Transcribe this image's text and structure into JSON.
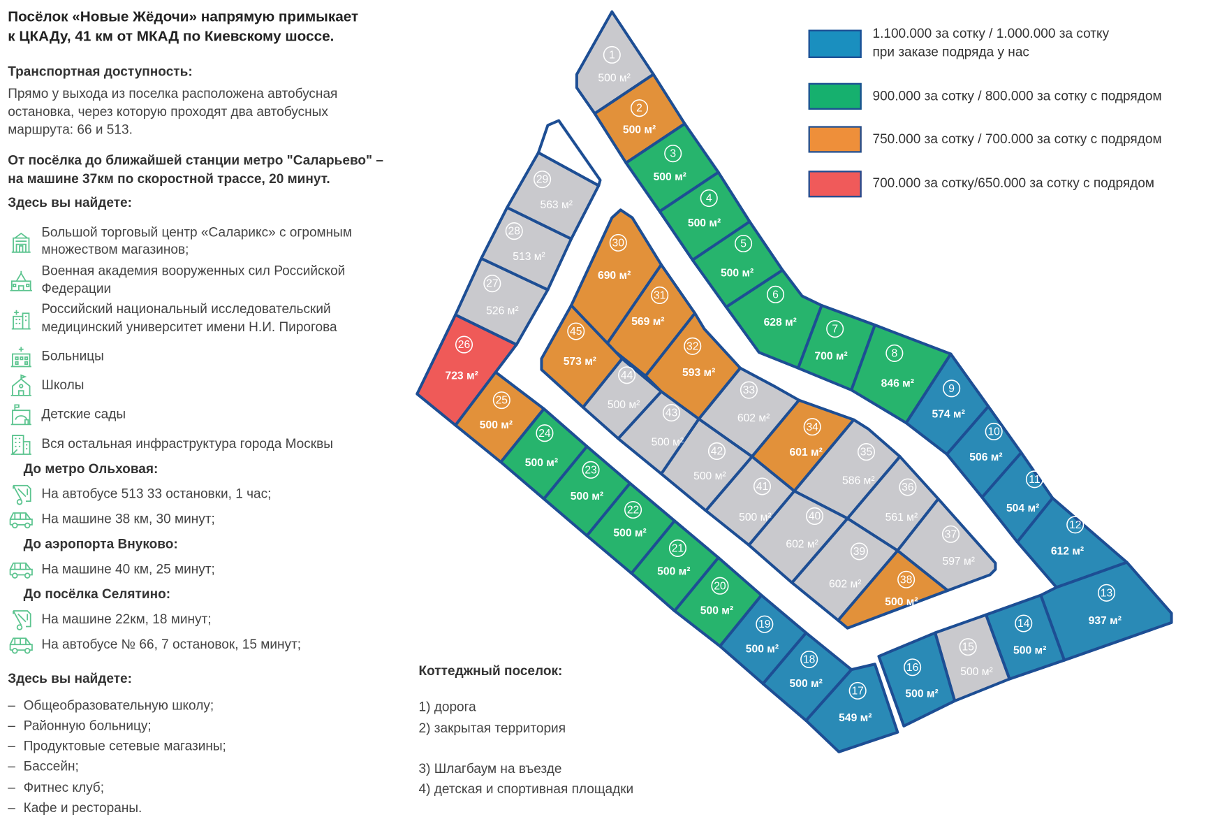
{
  "header": {
    "title_lines": [
      "Посёлок «Новые Жёдочи» напрямую примыкает",
      "к ЦКАДу, 41 км от МКАД по Киевскому шоссе."
    ]
  },
  "transport": {
    "heading": "Транспортная доступность:",
    "lines": [
      "Прямо у выхода из поселка расположена автобусная",
      "остановка, через которую проходят два автобусных",
      "маршрута: 66 и 513."
    ],
    "metro_lines": [
      "От посёлка до ближайшей станции метро \"Саларьево\" –",
      "на машине 37км по скоростной трассе, 20 минут."
    ]
  },
  "find_here": {
    "heading": "Здесь вы найдете:",
    "items": [
      {
        "icon": "mall-icon",
        "lines": [
          "Большой торговый центр «Саларикс» с огромным",
          "множеством магазинов;"
        ]
      },
      {
        "icon": "academy-icon",
        "lines": [
          "Военная академия вооруженных сил Российской",
          "Федерации"
        ]
      },
      {
        "icon": "university-icon",
        "lines": [
          "Российский национальный исследовательский",
          "медицинский университет имени Н.И. Пирогова"
        ]
      },
      {
        "icon": "hospital-icon",
        "lines": [
          "Больницы"
        ]
      },
      {
        "icon": "school-icon",
        "lines": [
          "Школы"
        ]
      },
      {
        "icon": "kindergarten-icon",
        "lines": [
          "Детские сады"
        ]
      },
      {
        "icon": "city-icon",
        "lines": [
          "Вся остальная инфраструктура города Москвы"
        ]
      }
    ]
  },
  "routes": [
    {
      "heading": "До метро Ольховая:",
      "items": [
        {
          "icon": "bus-icon",
          "text": "На автобусе 513 33 остановки, 1 час;"
        },
        {
          "icon": "car-icon",
          "text": "На машине 38 км, 30 минут;"
        }
      ]
    },
    {
      "heading": "До аэропорта Внуково:",
      "items": [
        {
          "icon": "car-icon",
          "text": "На машине 40 км, 25 минут;"
        }
      ]
    },
    {
      "heading": "До посёлка Селятино:",
      "items": [
        {
          "icon": "bus-icon",
          "text": "На машине 22км, 18 минут;"
        },
        {
          "icon": "car-icon",
          "text": "На автобусе № 66, 7 остановок, 15 минут;"
        }
      ]
    }
  ],
  "find_here_2": {
    "heading": "Здесь вы найдете:",
    "bullet": "–",
    "items": [
      "Общеобразовательную школу;",
      "Районную больницу;",
      "Продуктовые сетевые магазины;",
      "Бассейн;",
      "Фитнес клуб;",
      "Кафе и рестораны."
    ]
  },
  "cottage": {
    "heading": "Коттеджный поселок:",
    "items": [
      "1) дорога",
      "2) закрытая территория",
      "3) Шлагбаум на въезде",
      "4) детская и спортивная площадки"
    ]
  },
  "legend": [
    {
      "category": "blue",
      "lines": [
        "1.100.000 за сотку / 1.000.000 за сотку",
        "при заказе подряда у нас"
      ]
    },
    {
      "category": "green",
      "lines": [
        "900.000 за сотку / 800.000 за сотку с подрядом"
      ]
    },
    {
      "category": "orange",
      "lines": [
        "750.000 за сотку / 700.000 за сотку с подрядом"
      ]
    },
    {
      "category": "red",
      "lines": [
        "700.000 за сотку/650.000 за сотку с подрядом"
      ]
    }
  ],
  "colors": {
    "blue": "#2a8ab6",
    "green": "#27b46d",
    "orange": "#e2913a",
    "red": "#ef5a58",
    "gray": "#c9c9cd",
    "border": "#1d4e94",
    "icon": "#5cc48f",
    "legend_blue": "#1a8fbf",
    "legend_green": "#16b06e",
    "legend_orange": "#ee8f3a",
    "legend_red": "#f05a5a"
  },
  "lots": [
    {
      "number": "1",
      "area": "500 м²",
      "category": "gray"
    },
    {
      "number": "2",
      "area": "500 м²",
      "category": "orange"
    },
    {
      "number": "3",
      "area": "500 м²",
      "category": "green"
    },
    {
      "number": "4",
      "area": "500 м²",
      "category": "green"
    },
    {
      "number": "5",
      "area": "500 м²",
      "category": "green"
    },
    {
      "number": "6",
      "area": "628 м²",
      "category": "green"
    },
    {
      "number": "7",
      "area": "700 м²",
      "category": "green"
    },
    {
      "number": "8",
      "area": "846 м²",
      "category": "green"
    },
    {
      "number": "9",
      "area": "574 м²",
      "category": "blue"
    },
    {
      "number": "10",
      "area": "506 м²",
      "category": "blue"
    },
    {
      "number": "11",
      "area": "504 м²",
      "category": "blue"
    },
    {
      "number": "12",
      "area": "612 м²",
      "category": "blue"
    },
    {
      "number": "13",
      "area": "937 м²",
      "category": "blue"
    },
    {
      "number": "14",
      "area": "500 м²",
      "category": "blue"
    },
    {
      "number": "15",
      "area": "500 м²",
      "category": "gray"
    },
    {
      "number": "16",
      "area": "500 м²",
      "category": "blue"
    },
    {
      "number": "17",
      "area": "549 м²",
      "category": "blue"
    },
    {
      "number": "18",
      "area": "500 м²",
      "category": "blue"
    },
    {
      "number": "19",
      "area": "500 м²",
      "category": "blue"
    },
    {
      "number": "20",
      "area": "500 м²",
      "category": "green"
    },
    {
      "number": "21",
      "area": "500 м²",
      "category": "green"
    },
    {
      "number": "22",
      "area": "500 м²",
      "category": "green"
    },
    {
      "number": "23",
      "area": "500 м²",
      "category": "green"
    },
    {
      "number": "24",
      "area": "500 м²",
      "category": "green"
    },
    {
      "number": "25",
      "area": "500 м²",
      "category": "orange"
    },
    {
      "number": "26",
      "area": "723 м²",
      "category": "red"
    },
    {
      "number": "27",
      "area": "526 м²",
      "category": "gray"
    },
    {
      "number": "28",
      "area": "513 м²",
      "category": "gray"
    },
    {
      "number": "29",
      "area": "563 м²",
      "category": "gray"
    },
    {
      "number": "30",
      "area": "690 м²",
      "category": "orange"
    },
    {
      "number": "31",
      "area": "569 м²",
      "category": "orange"
    },
    {
      "number": "32",
      "area": "593 м²",
      "category": "orange"
    },
    {
      "number": "33",
      "area": "602 м²",
      "category": "gray"
    },
    {
      "number": "34",
      "area": "601 м²",
      "category": "orange"
    },
    {
      "number": "35",
      "area": "586 м²",
      "category": "gray"
    },
    {
      "number": "36",
      "area": "561 м²",
      "category": "gray"
    },
    {
      "number": "37",
      "area": "597 м²",
      "category": "gray"
    },
    {
      "number": "38",
      "area": "500 м²",
      "category": "orange"
    },
    {
      "number": "39",
      "area": "602 м²",
      "category": "gray"
    },
    {
      "number": "40",
      "area": "602 м²",
      "category": "gray"
    },
    {
      "number": "41",
      "area": "500 м²",
      "category": "gray"
    },
    {
      "number": "42",
      "area": "500 м²",
      "category": "gray"
    },
    {
      "number": "43",
      "area": "500 м²",
      "category": "gray"
    },
    {
      "number": "44",
      "area": "500 м²",
      "category": "gray"
    },
    {
      "number": "45",
      "area": "573 м²",
      "category": "orange"
    }
  ]
}
